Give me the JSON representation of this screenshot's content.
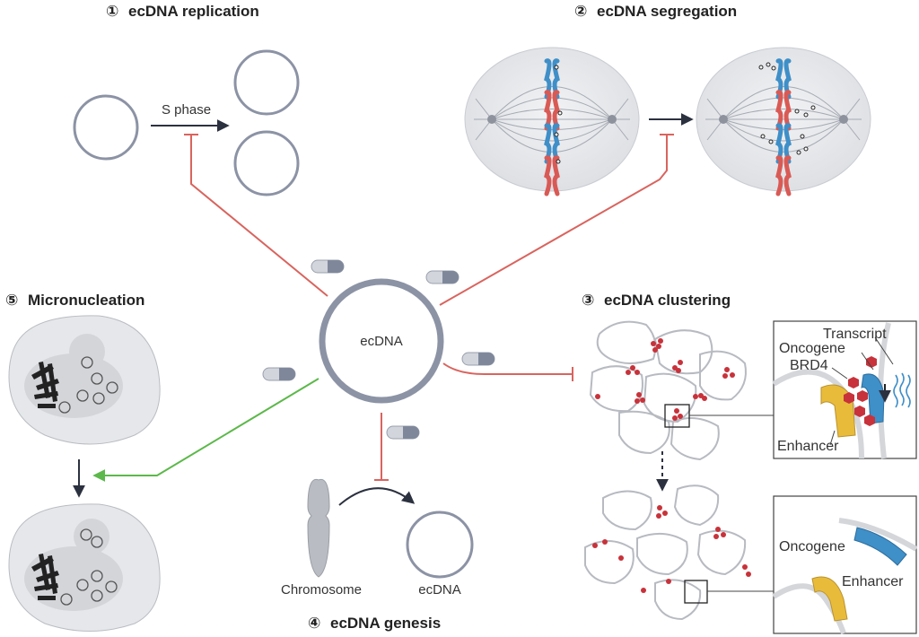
{
  "panels": {
    "replication": {
      "number": "①",
      "title": "ecDNA replication",
      "arrow_label": "S phase"
    },
    "segregation": {
      "number": "②",
      "title": "ecDNA segregation"
    },
    "clustering": {
      "number": "③",
      "title": "ecDNA clustering",
      "inset_top": {
        "transcript": "Transcript",
        "oncogene": "Oncogene",
        "brd4": "BRD4",
        "enhancer": "Enhancer"
      },
      "inset_bottom": {
        "oncogene": "Oncogene",
        "enhancer": "Enhancer"
      }
    },
    "genesis": {
      "number": "④",
      "title": "ecDNA genesis",
      "chromosome": "Chromosome",
      "ecdna": "ecDNA"
    },
    "micronucleation": {
      "number": "⑤",
      "title": "Micronucleation"
    }
  },
  "center": {
    "label": "ecDNA"
  },
  "colors": {
    "ring": "#8c93a5",
    "inhibit": "#d9645e",
    "promote": "#5cb84a",
    "chrom_blue": "#3f8fc8",
    "chrom_red": "#d95a55",
    "enhancer": "#e8bb3b",
    "oncogene": "#3f8fc8",
    "brd4": "#c8323a",
    "cell": "#e6e7ea",
    "nucleus": "#d3d5d9"
  },
  "icons": [
    "capsule-icon",
    "ring-icon",
    "spindle-icon",
    "chromosome-icon",
    "transcript-wave-icon"
  ]
}
